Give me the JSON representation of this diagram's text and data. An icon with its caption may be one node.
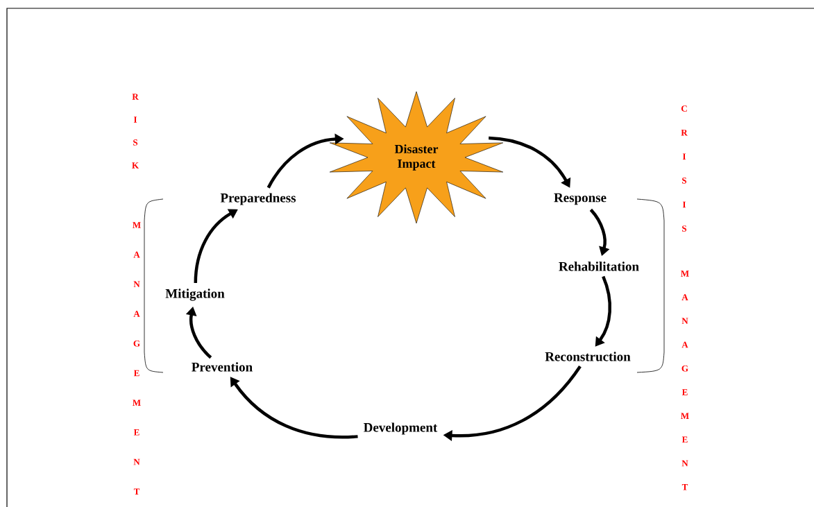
{
  "diagram": {
    "nodes": [
      {
        "text": [
          "Disaster Impact"
        ]
      },
      {
        "text": [
          "Response"
        ]
      },
      {
        "text": [
          "Rehabilitation"
        ]
      },
      {
        "text": [
          "Reconstruction"
        ]
      },
      {
        "text": [
          "Development"
        ]
      },
      {
        "text": [
          "Prevention"
        ]
      },
      {
        "text": [
          "Mitigation"
        ]
      },
      {
        "text": [
          "Preparedness"
        ]
      }
    ],
    "edges": [
      {
        "from": 0,
        "to": 1,
        "arrow": "to"
      },
      {
        "from": 1,
        "to": 2,
        "arrow": "to"
      },
      {
        "from": 2,
        "to": 3,
        "arrow": "to"
      },
      {
        "from": 3,
        "to": 4,
        "arrow": "to"
      },
      {
        "from": 4,
        "to": 5,
        "arrow": "to"
      },
      {
        "from": 5,
        "to": 6,
        "arrow": "to"
      },
      {
        "from": 6,
        "to": 7,
        "arrow": "to"
      },
      {
        "from": 7,
        "to": 0,
        "arrow": "to"
      }
    ],
    "labels": [
      "R I S K",
      "C R I S I S",
      "M A N A G E M E N T",
      "M A N A G E M E N T"
    ]
  }
}
